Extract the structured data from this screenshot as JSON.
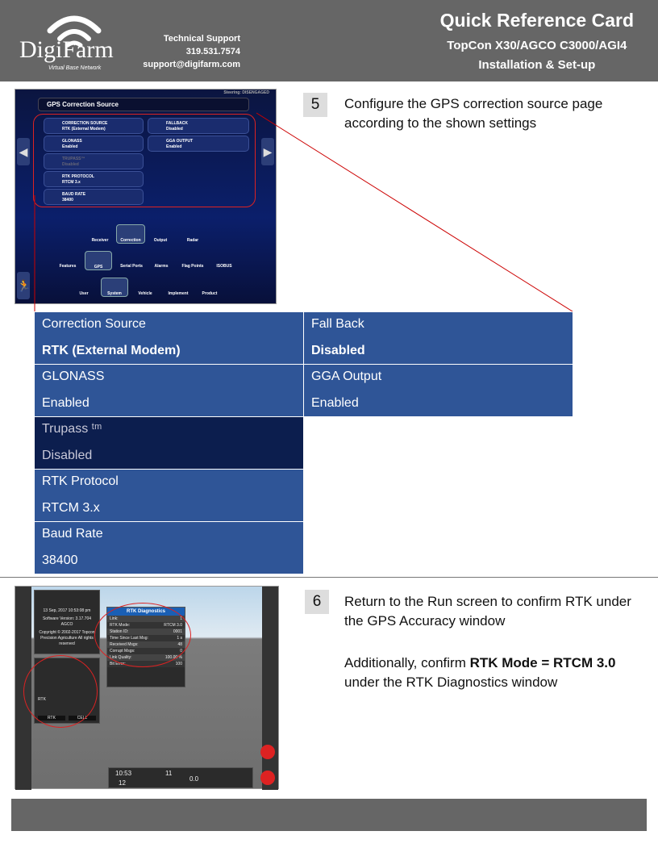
{
  "header": {
    "logo_text": "DigiFarm",
    "logo_sub": "Virtual Base Network",
    "support_title": "Technical Support",
    "support_phone": "319.531.7574",
    "support_email": "support@digifarm.com",
    "title": "Quick Reference Card",
    "subtitle": "TopCon X30/AGCO C3000/AGI4",
    "subtitle2": "Installation & Set-up"
  },
  "step5": {
    "number": "5",
    "text": "Configure the GPS correction source page according to the shown settings"
  },
  "screen1": {
    "title": "GPS Correction Source",
    "steering": "Steering: DISENGAGED",
    "tiles": [
      {
        "label": "CORRECTION SOURCE",
        "value": "RTK (External Modem)"
      },
      {
        "label": "FALLBACK",
        "value": "Disabled"
      },
      {
        "label": "GLONASS",
        "value": "Enabled"
      },
      {
        "label": "GGA OUTPUT",
        "value": "Enabled"
      },
      {
        "label": "TRUPASS™",
        "value": "Disabled"
      },
      {
        "label": "RTK PROTOCOL",
        "value": "RTCM 3.x"
      },
      {
        "label": "BAUD RATE",
        "value": "38400"
      }
    ],
    "nav_row1": [
      "Receiver",
      "Correction",
      "Output",
      "Radar"
    ],
    "nav_row2": [
      "Features",
      "GPS",
      "Serial Ports",
      "Alarms",
      "Flag Points",
      "ISOBUS"
    ],
    "nav_row3": [
      "User",
      "System",
      "Vehicle",
      "Implement",
      "Product"
    ]
  },
  "settings": {
    "correction_source": {
      "label": "Correction Source",
      "value": "RTK (External Modem)"
    },
    "fall_back": {
      "label": "Fall Back",
      "value": "Disabled"
    },
    "glonass": {
      "label": "GLONASS",
      "value": "Enabled"
    },
    "gga_output": {
      "label": "GGA Output",
      "value": "Enabled"
    },
    "trupass": {
      "label": "Trupass ᵗᵐ",
      "value": "Disabled"
    },
    "rtk_protocol": {
      "label": "RTK Protocol",
      "value": "RTCM 3.x"
    },
    "baud_rate": {
      "label": "Baud Rate",
      "value": "38400"
    }
  },
  "step6": {
    "number": "6",
    "text1": "Return to the Run screen to confirm RTK under the GPS Accuracy window",
    "text2_pre": "Additionally, confirm ",
    "text2_bold": "RTK Mode  = RTCM 3.0",
    "text2_post": " under the RTK Diagnostics window"
  },
  "screen2": {
    "diag_title": "RTK Diagnostics",
    "diag_rows": [
      [
        "Link:",
        "1"
      ],
      [
        "RTK Mode:",
        "RTCM 3.0"
      ],
      [
        "Station ID:",
        "0001"
      ],
      [
        "Time Since Last Msg:",
        "1 s"
      ],
      [
        "Received Msgs:",
        "48"
      ],
      [
        "Corrupt Msgs:",
        "0"
      ],
      [
        "Link Quality:",
        "100.00 %"
      ],
      [
        "Bit Error:",
        "100"
      ]
    ],
    "about_date": "13 Sep, 2017 10:53:08 pm",
    "software": "Software Version: 3.17.704 AGCO",
    "copyright": "Copyright © 2002-2017 Topcon Precision Agriculture All rights reserved",
    "gps_mode": "RTK",
    "gps_btn1": "RTK",
    "gps_btn2": "CELL",
    "time": "10:53",
    "sats": "11",
    "day": "12",
    "speed": "0.0"
  }
}
